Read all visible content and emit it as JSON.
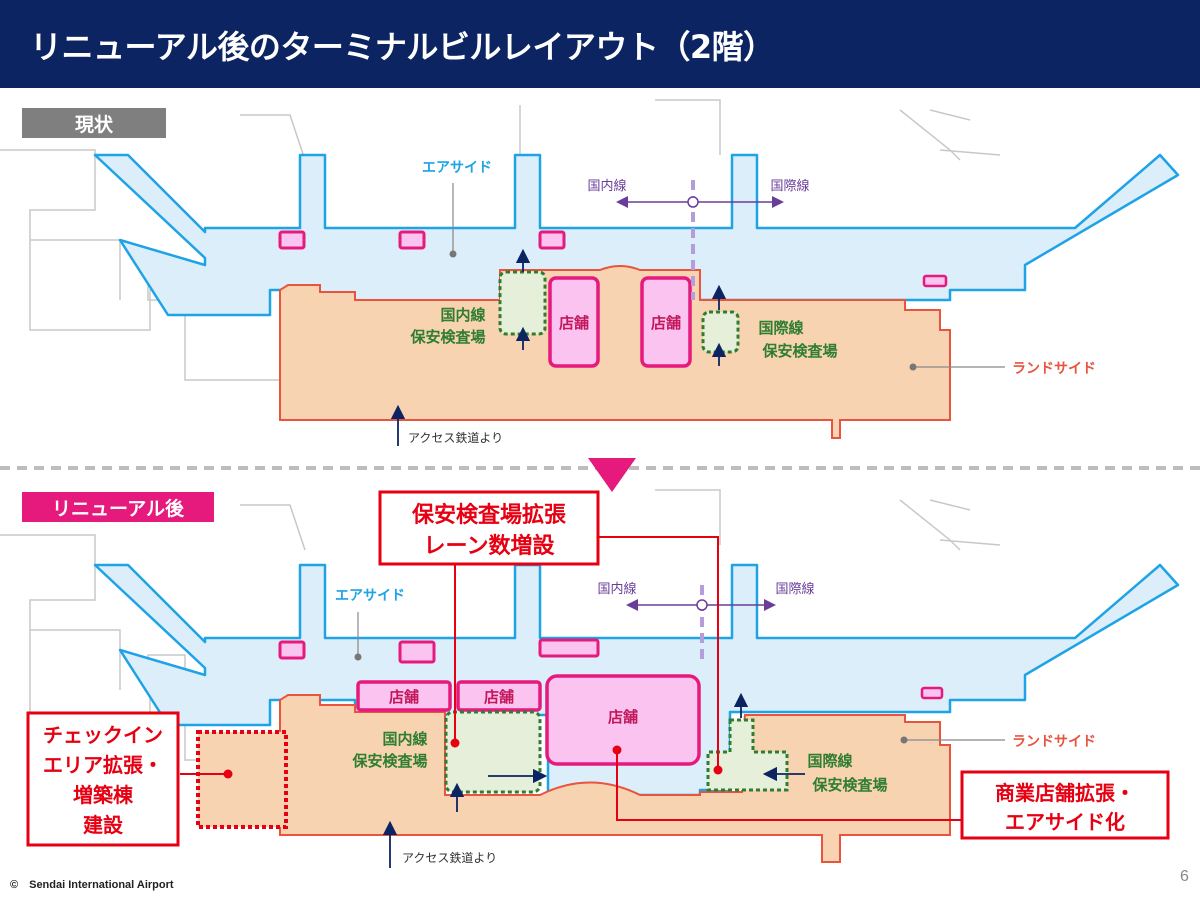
{
  "title": "リニューアル後のターミナルビルレイアウト（2階）",
  "footer": {
    "copyright": "©　Sendai International Airport",
    "page_number": "6"
  },
  "colors": {
    "navy": "#0c2461",
    "airside": "#dbeef9",
    "airside_border": "#1ea3e6",
    "landside": "#f8d3b1",
    "landside_border": "#e8543e",
    "shop": "#fbc3f0",
    "shop_border": "#e6197d",
    "security": "#e6efd9",
    "security_border": "#2e7d32",
    "callout_red": "#e60012",
    "purple": "#6a3d9a"
  },
  "current": {
    "badge": "現状",
    "airside_label": "エアサイド",
    "landside_label": "ランドサイド",
    "domestic": "国内線",
    "international": "国際線",
    "shops": [
      "店舗",
      "店舗"
    ],
    "dom_security": [
      "国内線",
      "保安検査場"
    ],
    "intl_security": [
      "国際線",
      "保安検査場"
    ],
    "access": "アクセス鉄道より"
  },
  "renewal": {
    "badge": "リニューアル後",
    "airside_label": "エアサイド",
    "landside_label": "ランドサイド",
    "domestic": "国内線",
    "international": "国際線",
    "shops": [
      "店舗",
      "店舗",
      "店舗"
    ],
    "dom_security": [
      "国内線",
      "保安検査場"
    ],
    "intl_security": [
      "国際線",
      "保安検査場"
    ],
    "access": "アクセス鉄道より",
    "callout_security": [
      "保安検査場拡張",
      "レーン数増設"
    ],
    "callout_checkin": [
      "チェックイン",
      "エリア拡張・",
      "増築棟",
      "建設"
    ],
    "callout_commercial": [
      "商業店舗拡張・",
      "エアサイド化"
    ]
  }
}
